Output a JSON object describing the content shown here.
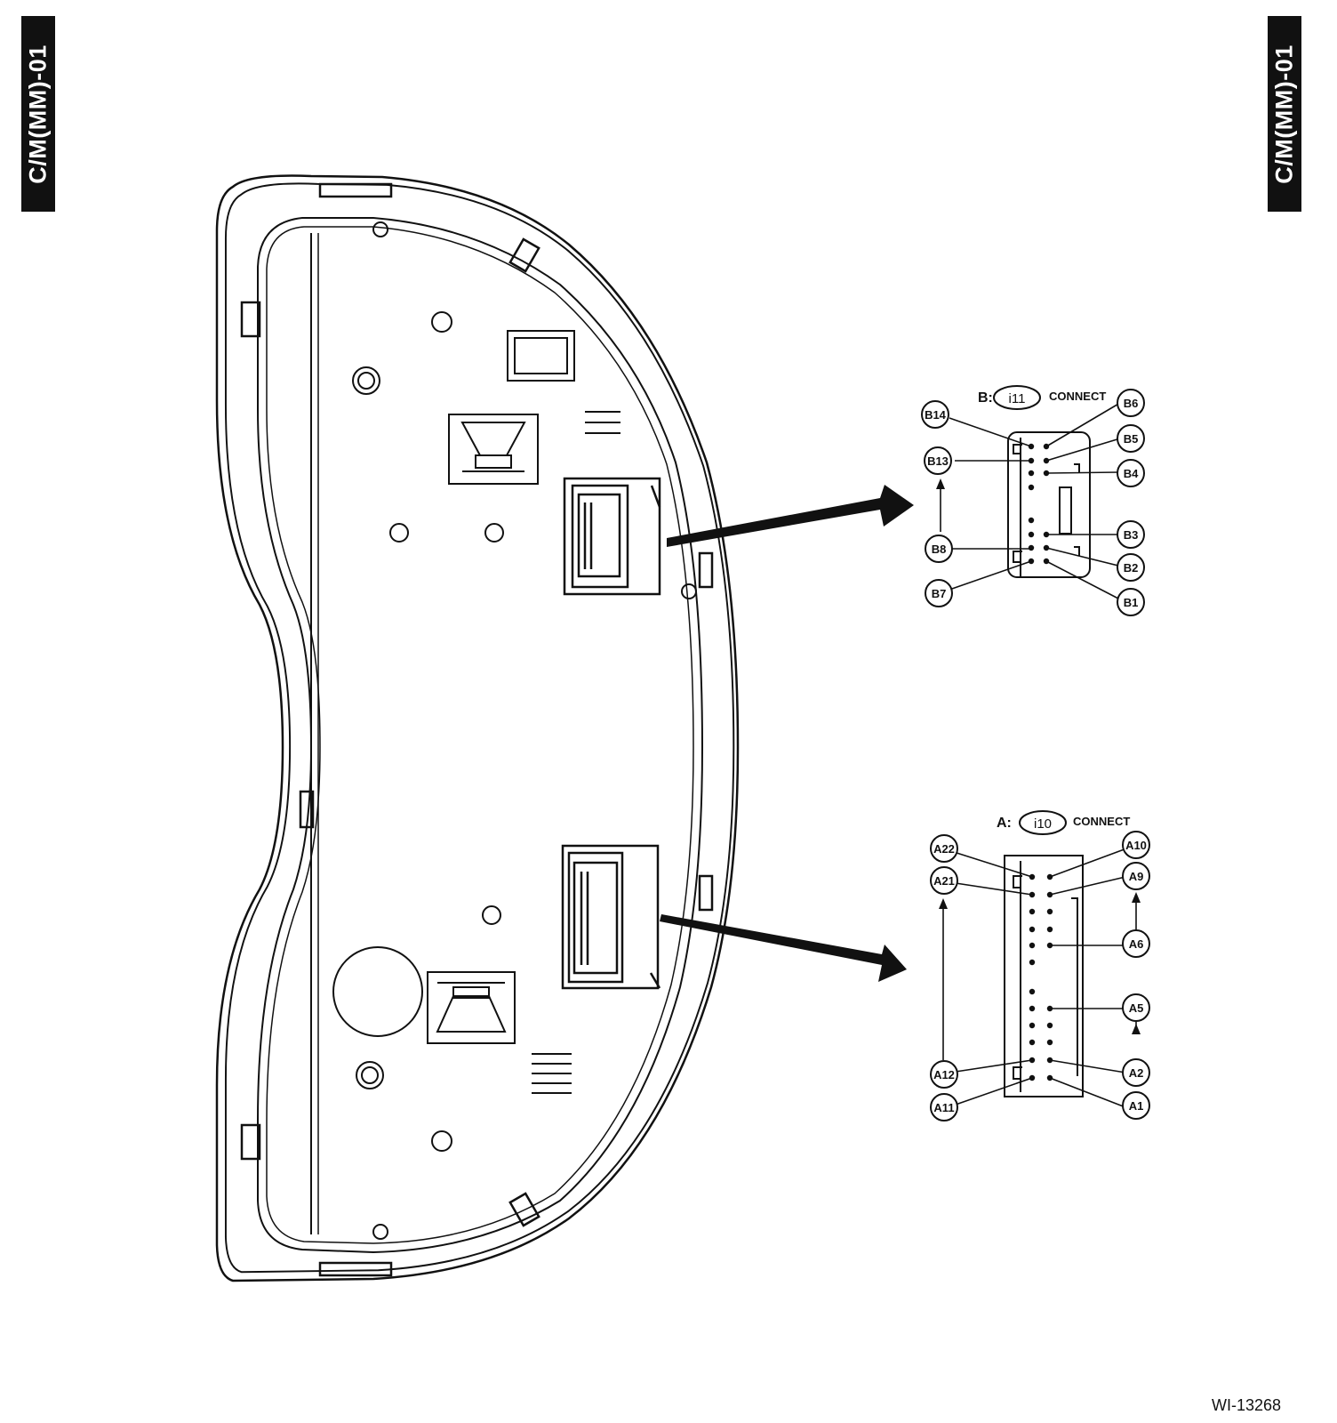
{
  "section_tab": {
    "label": "C/M(MM)-01"
  },
  "figure_ref": "WI-13268",
  "connector_b": {
    "prefix": "B:",
    "code": "i11",
    "suffix": "CONNECT",
    "pins": {
      "b1": "B1",
      "b2": "B2",
      "b3": "B3",
      "b4": "B4",
      "b5": "B5",
      "b6": "B6",
      "b7": "B7",
      "b8": "B8",
      "b13": "B13",
      "b14": "B14"
    }
  },
  "connector_a": {
    "prefix": "A:",
    "code": "i10",
    "suffix": "CONNECT",
    "pins": {
      "a1": "A1",
      "a2": "A2",
      "a5": "A5",
      "a6": "A6",
      "a9": "A9",
      "a10": "A10",
      "a11": "A11",
      "a12": "A12",
      "a21": "A21",
      "a22": "A22"
    }
  }
}
